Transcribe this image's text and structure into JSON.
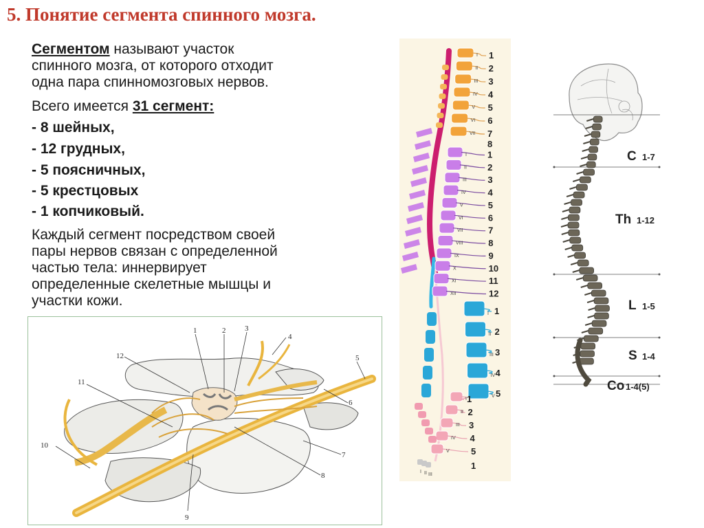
{
  "title": "5. Понятие сегмента спинного мозга.",
  "definition": {
    "term": "Сегментом",
    "line1_rest": " называют участок",
    "line2": "спинного мозга, от которого отходит",
    "line3": "одна пара спинномозговых нервов."
  },
  "total": {
    "prefix": "Всего имеется ",
    "count": "31 сегмент:"
  },
  "segments": [
    "- 8 шейных,",
    "- 12 грудных,",
    "- 5 поясничных,",
    "- 5 крестцовых",
    "- 1 копчиковый."
  ],
  "description": {
    "line1": "Каждый сегмент посредством своей",
    "line2": "пары нервов связан с определенной",
    "line3": "частью тела: иннервирует",
    "line4": "определенные скелетные мышцы и",
    "line5": "участки кожи."
  },
  "spine_diagram": {
    "cervical_numbers": [
      "1",
      "2",
      "3",
      "4",
      "5",
      "6",
      "7",
      "8"
    ],
    "cervical_roman": [
      "I",
      "II",
      "III",
      "IV",
      "V",
      "VI",
      "VII"
    ],
    "thoracic_numbers": [
      "1",
      "2",
      "3",
      "4",
      "5",
      "6",
      "7",
      "8",
      "9",
      "10",
      "11",
      "12"
    ],
    "thoracic_roman": [
      "I",
      "II",
      "III",
      "IV",
      "V",
      "VI",
      "VII",
      "VIII",
      "IX",
      "X",
      "XI",
      "XII"
    ],
    "lumbar_numbers": [
      "1",
      "2",
      "3",
      "4",
      "5"
    ],
    "lumbar_roman": [
      "I",
      "II",
      "III",
      "IV",
      "V"
    ],
    "sacral_numbers": [
      "1",
      "2",
      "3",
      "4",
      "5"
    ],
    "sacral_roman": [
      "I",
      "II",
      "III",
      "IV",
      "V"
    ],
    "coccygeal_number": "1",
    "coccygeal_roman": [
      "I",
      "II",
      "III"
    ],
    "colors": {
      "cervical": "#f2a33a",
      "thoracic": "#c97ee8",
      "lumbar": "#2aa7d8",
      "sacral": "#f3a6b6",
      "cord": "#cc1e6e",
      "background": "#fbf5e4",
      "number_text": "#222222"
    }
  },
  "skeleton_regions": {
    "cervical": {
      "letter": "C",
      "range": "1-7"
    },
    "thoracic": {
      "letter": "Th",
      "range": "1-12"
    },
    "lumbar": {
      "letter": "L",
      "range": "1-5"
    },
    "sacral": {
      "letter": "S",
      "range": "1-4"
    },
    "coccygeal": {
      "letter": "Co",
      "range": "1-4(5)"
    }
  },
  "anatomy_labels": [
    "1",
    "2",
    "3",
    "4",
    "5",
    "6",
    "7",
    "8",
    "9",
    "10",
    "11",
    "12"
  ]
}
